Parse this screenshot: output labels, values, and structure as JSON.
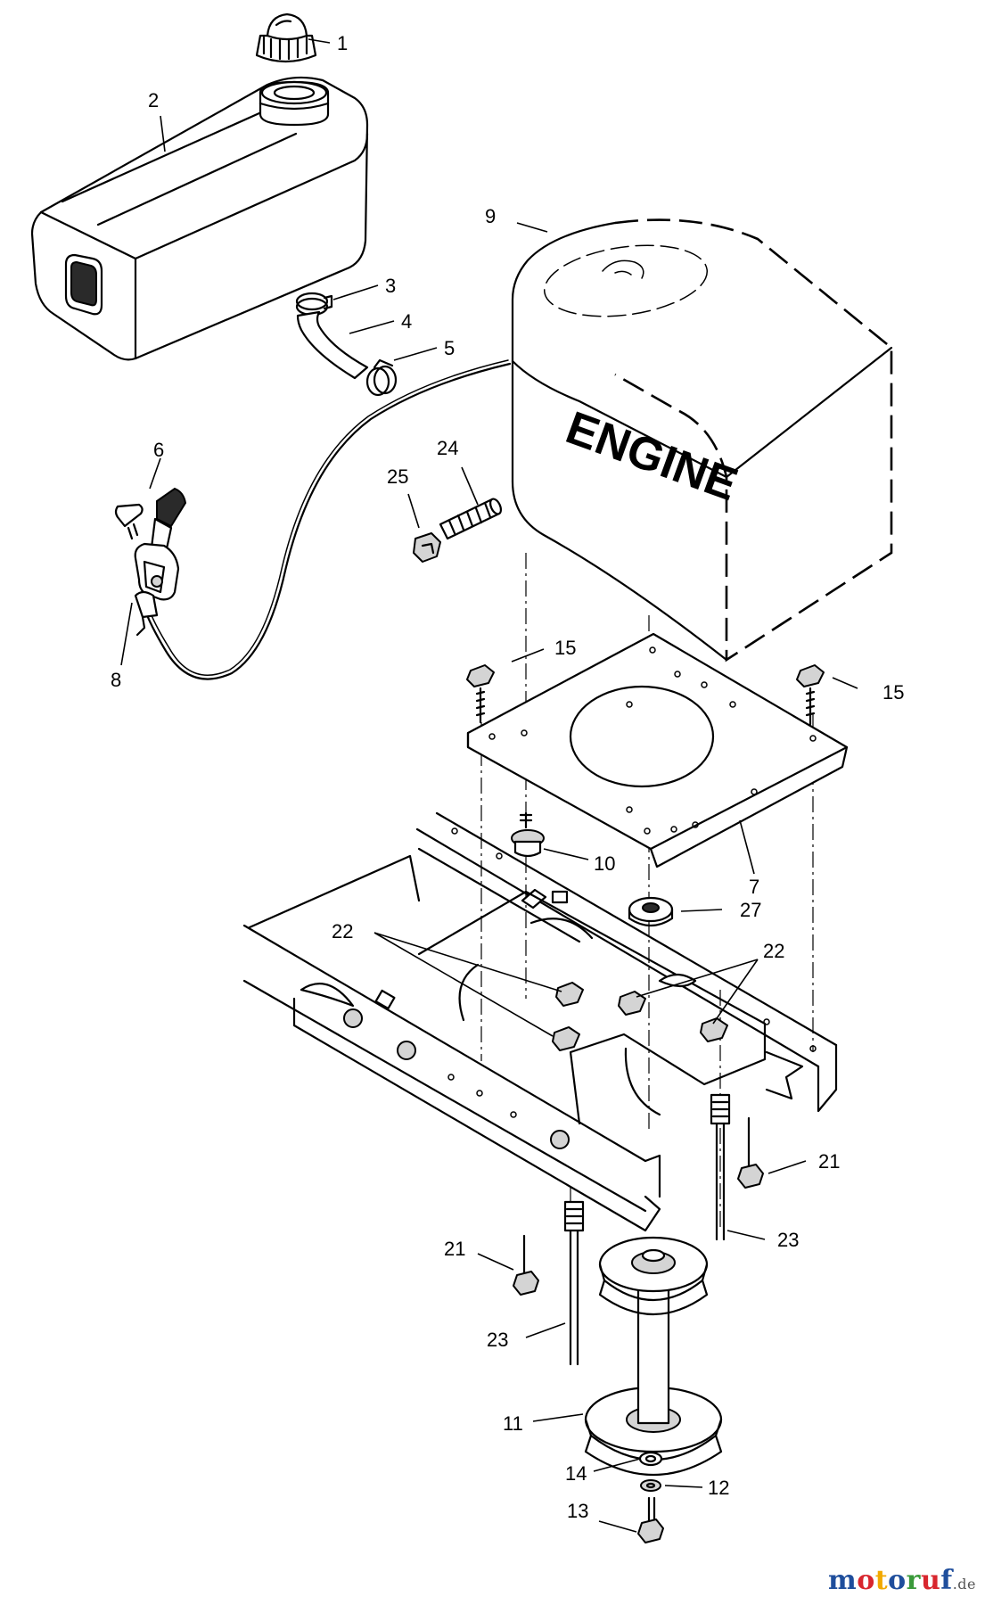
{
  "engine_label": "ENGINE",
  "callouts": {
    "c1": "1",
    "c2": "2",
    "c3": "3",
    "c4": "4",
    "c5": "5",
    "c6": "6",
    "c7": "7",
    "c8": "8",
    "c9": "9",
    "c10": "10",
    "c11": "11",
    "c12": "12",
    "c13": "13",
    "c14": "14",
    "c15a": "15",
    "c15b": "15",
    "c21a": "21",
    "c21b": "21",
    "c22a": "22",
    "c22b": "22",
    "c23a": "23",
    "c23b": "23",
    "c24": "24",
    "c25": "25",
    "c27": "27"
  },
  "watermark": {
    "letters": [
      "m",
      "o",
      "t",
      "o",
      "r",
      "u",
      "f"
    ],
    "colors": [
      "#1f4e9c",
      "#d8262e",
      "#f2a900",
      "#1f4e9c",
      "#3a9a3a",
      "#d8262e",
      "#1f4e9c"
    ],
    "domain": ".de"
  }
}
